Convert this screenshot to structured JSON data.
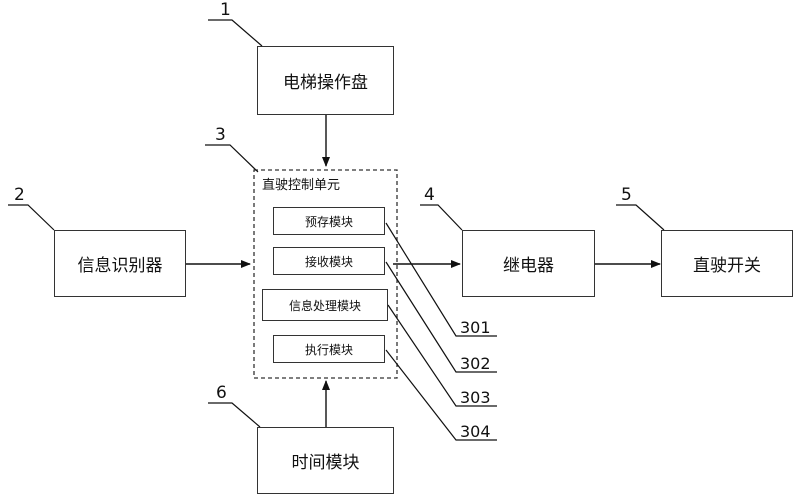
{
  "blocks": {
    "panel": "电梯操作盘",
    "recognizer": "信息识别器",
    "control_unit": "直驶控制单元",
    "relay": "继电器",
    "switch": "直驶开关",
    "timer": "时间模块"
  },
  "modules": {
    "prestore": "预存模块",
    "receive": "接收模块",
    "process": "信息处理模块",
    "execute": "执行模块"
  },
  "callouts": {
    "n1": "1",
    "n2": "2",
    "n3": "3",
    "n4": "4",
    "n5": "5",
    "n6": "6"
  },
  "refs": {
    "r301": "301",
    "r302": "302",
    "r303": "303",
    "r304": "304"
  }
}
